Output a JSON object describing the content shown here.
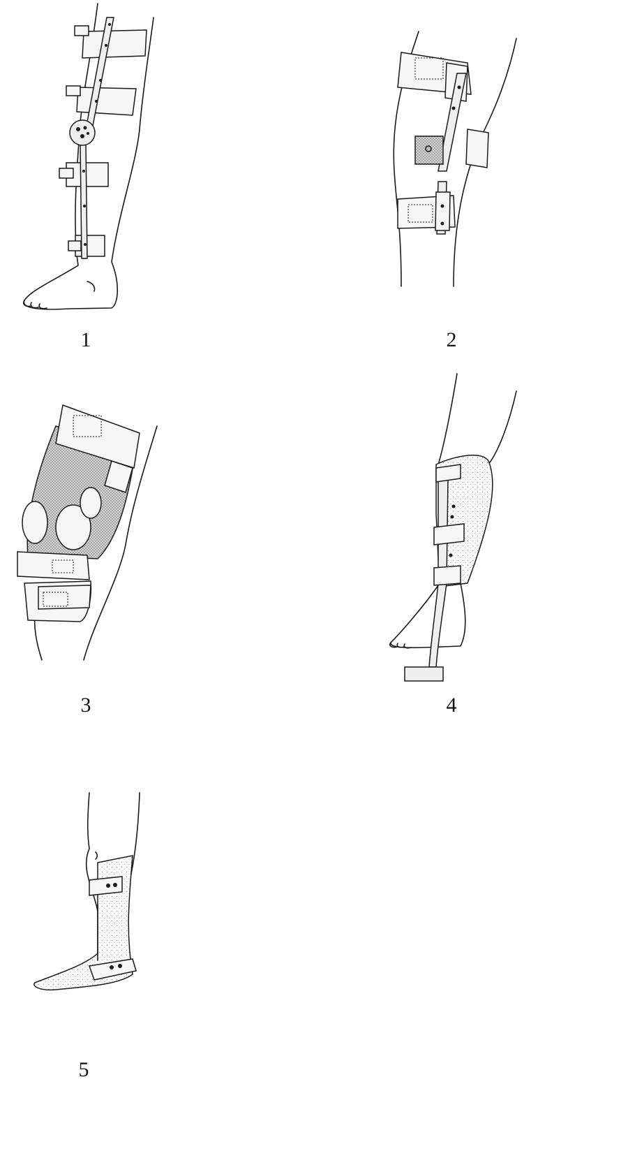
{
  "figures": [
    {
      "id": "1",
      "label": "1"
    },
    {
      "id": "2",
      "label": "2"
    },
    {
      "id": "3",
      "label": "3"
    },
    {
      "id": "4",
      "label": "4"
    },
    {
      "id": "5",
      "label": "5"
    }
  ],
  "colors": {
    "ink": "#1a1a1a",
    "background": "#ffffff",
    "stipple": "#9a9a9a"
  },
  "icons": [
    "knee-ankle-foot-orthosis-illustration",
    "hinged-knee-brace-illustration",
    "sleeve-knee-brace-illustration",
    "weight-bearing-orthosis-illustration",
    "ankle-foot-orthosis-illustration"
  ]
}
